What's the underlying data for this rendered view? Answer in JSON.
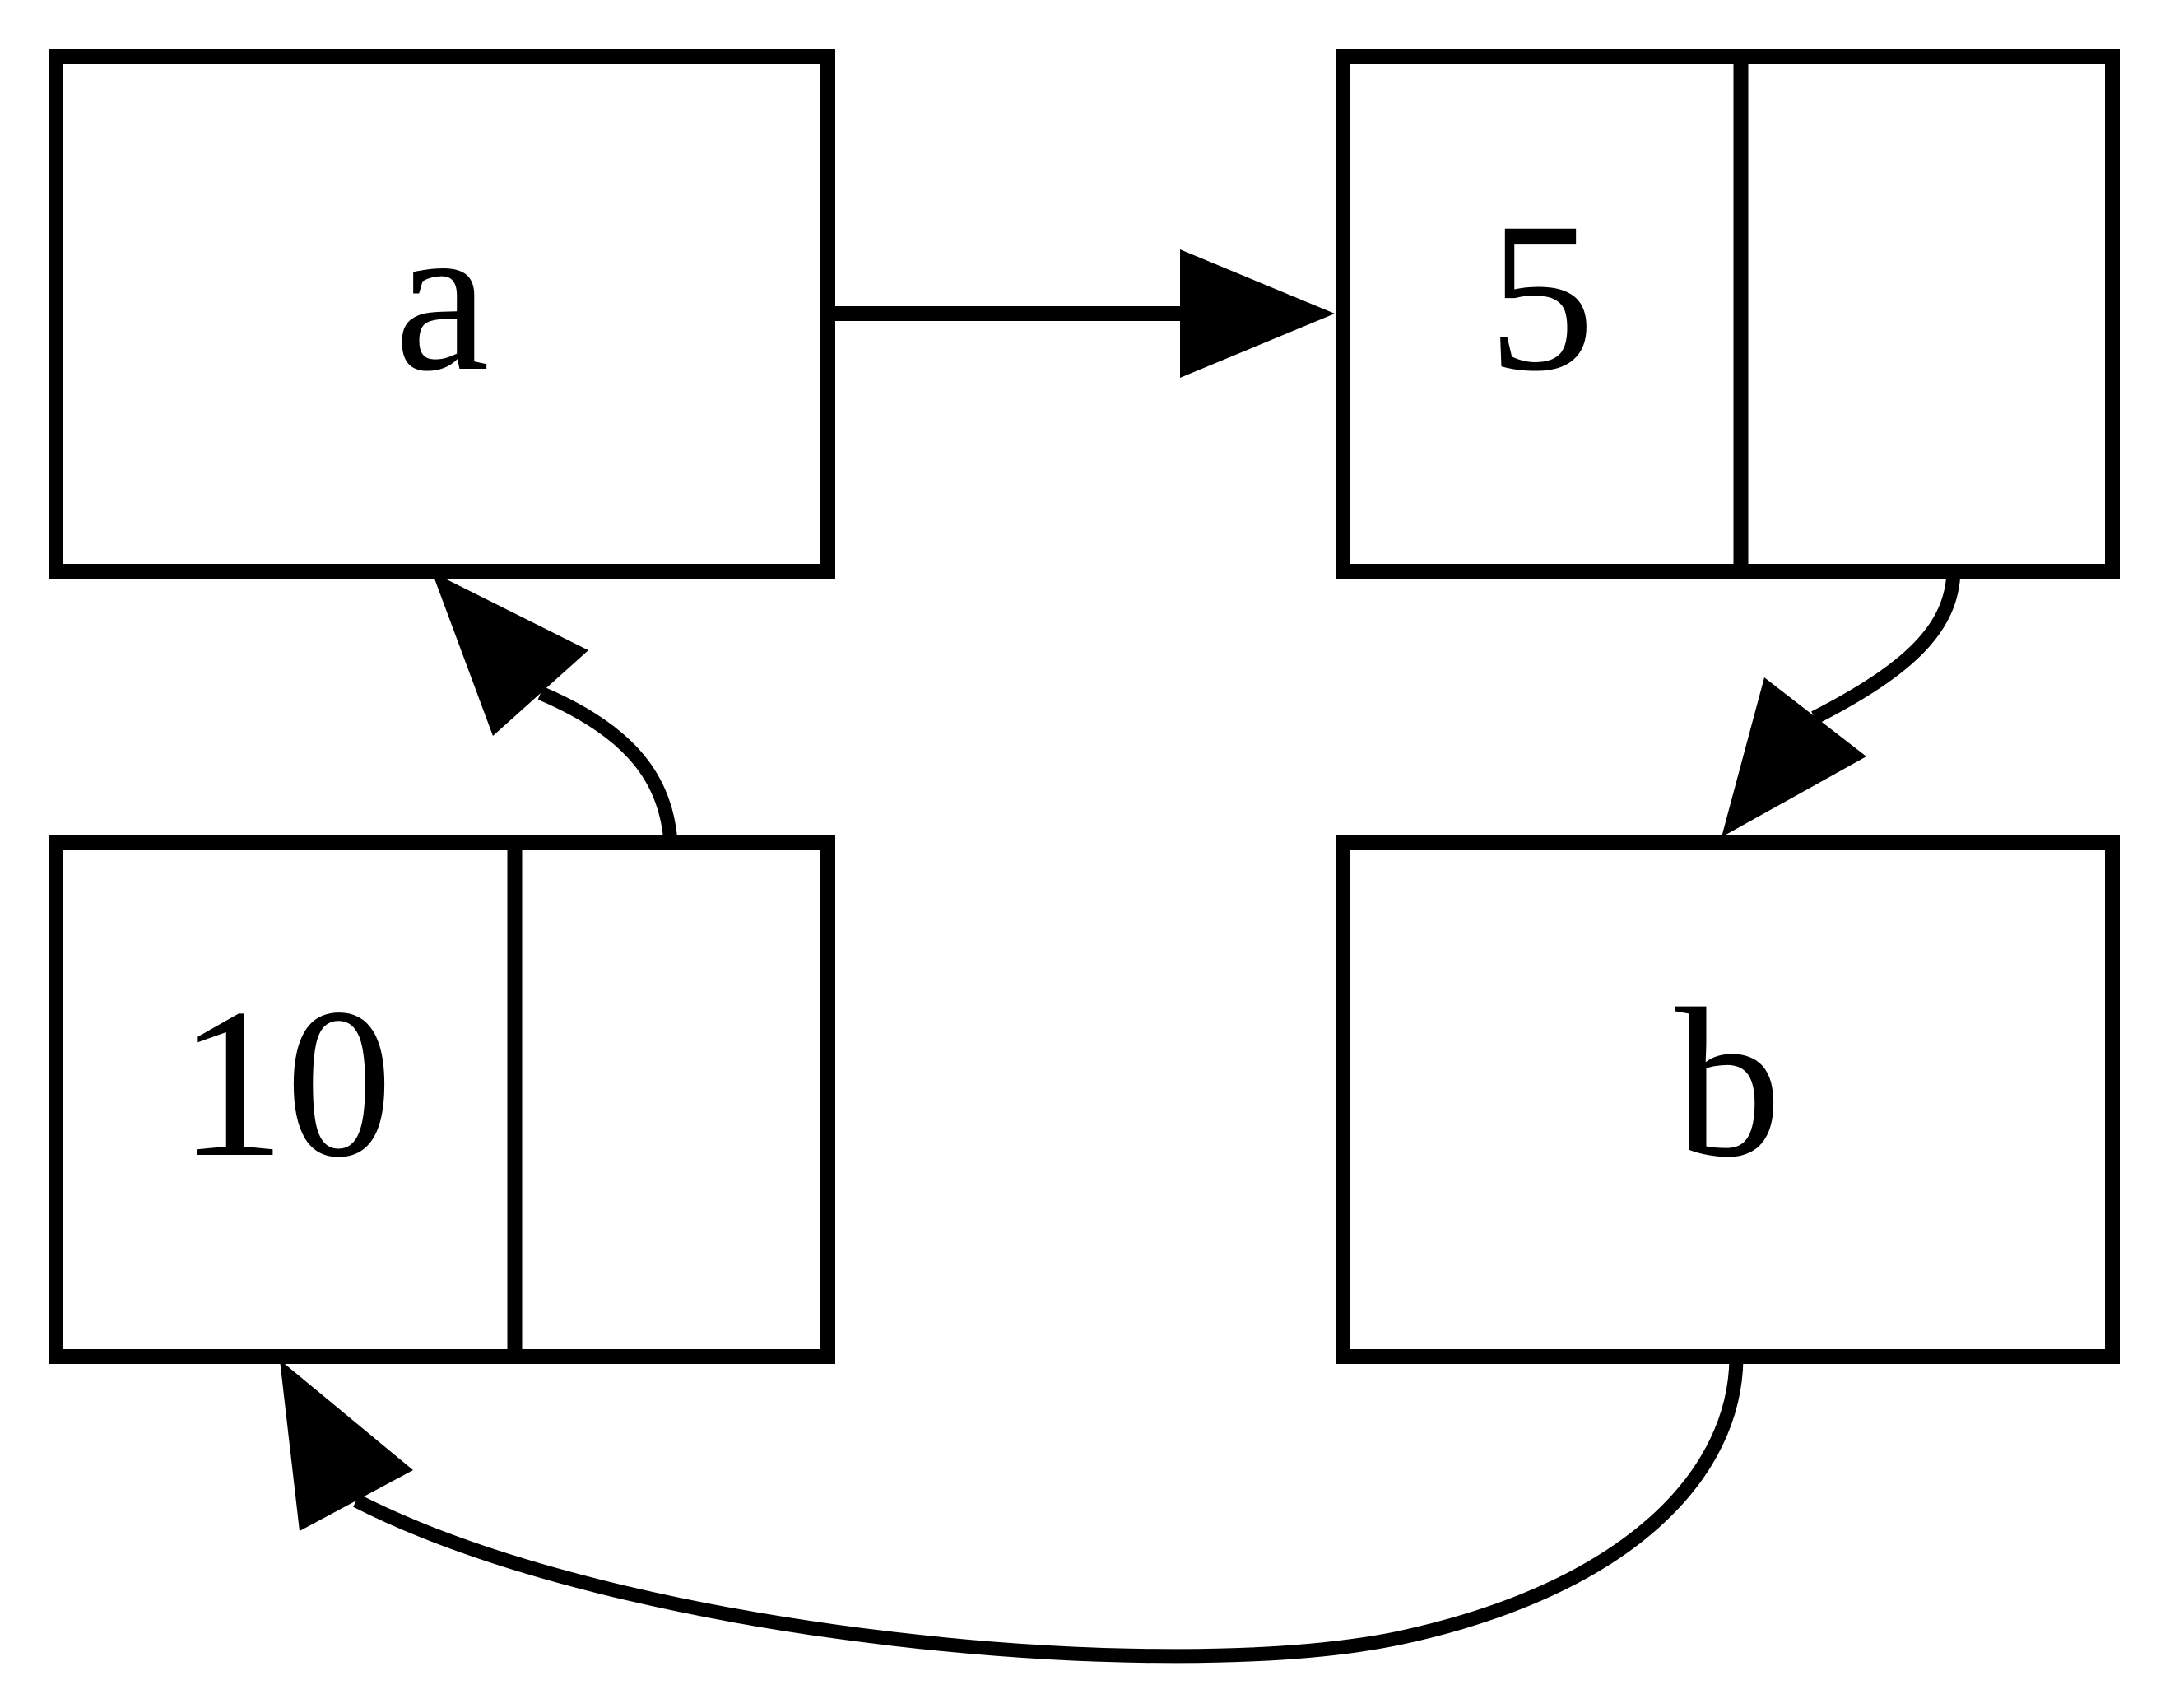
{
  "diagram": {
    "kind": "box-and-pointer",
    "background_color": "#ffffff",
    "ink_color": "#000000",
    "variables": [
      {
        "id": "a",
        "label": "a"
      },
      {
        "id": "b",
        "label": "b"
      }
    ],
    "pairs": [
      {
        "id": "pair-a",
        "car": "5",
        "cdr": ""
      },
      {
        "id": "pair-b",
        "car": "10",
        "cdr": ""
      }
    ],
    "edges": [
      {
        "from": "a",
        "to": "pair-a"
      },
      {
        "from": "pair-a.cdr",
        "to": "b"
      },
      {
        "from": "b",
        "to": "pair-b"
      },
      {
        "from": "pair-b.cdr",
        "to": "a"
      }
    ]
  }
}
